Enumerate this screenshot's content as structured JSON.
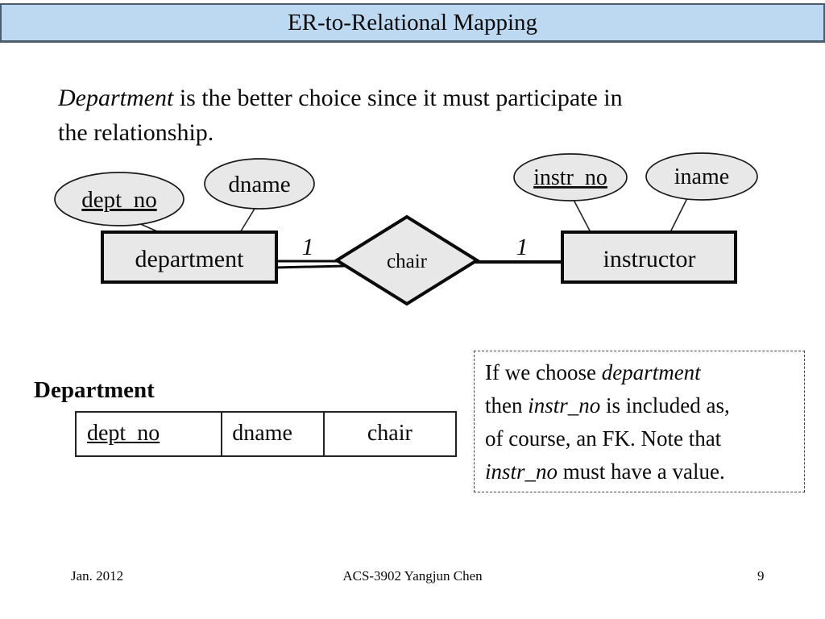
{
  "title_bar": {
    "text": "ER-to-Relational Mapping",
    "bg_color": "#bdd9f2",
    "border_color": "#4e5c6d"
  },
  "body": {
    "runs": [
      {
        "text": "Department",
        "italic": true
      },
      {
        "text": " is the better choice since it must participate in",
        "italic": false
      },
      {
        "br": true
      },
      {
        "text": "the relationship.",
        "italic": false
      }
    ]
  },
  "diagram": {
    "shape_fill": "#e8e8e8",
    "stroke_color": "#0a0a0a",
    "attributes": {
      "dept_no": "dept_no",
      "dname": "dname",
      "instr_no": "instr_no",
      "iname": "iname"
    },
    "entities": {
      "department": "department",
      "instructor": "instructor"
    },
    "relationship": "chair",
    "cardinality_left": "1",
    "cardinality_right": "1"
  },
  "table": {
    "caption": "Department",
    "columns": [
      "dept_no",
      "dname",
      "chair"
    ]
  },
  "note": {
    "runs": [
      {
        "text": "If we choose ",
        "italic": false
      },
      {
        "text": "department",
        "italic": true
      },
      {
        "text": " ",
        "italic": false
      },
      {
        "br": true
      },
      {
        "text": "then ",
        "italic": false
      },
      {
        "text": "instr_no",
        "italic": true
      },
      {
        "text": " is included as,",
        "italic": false
      },
      {
        "br": true
      },
      {
        "text": "of course, an FK. Note that",
        "italic": false
      },
      {
        "br": true
      },
      {
        "text": "instr_no",
        "italic": true
      },
      {
        "text": " must have a value.",
        "italic": false
      }
    ]
  },
  "footer": {
    "date": "Jan. 2012",
    "course": "ACS-3902 Yangjun Chen",
    "page": "9"
  }
}
